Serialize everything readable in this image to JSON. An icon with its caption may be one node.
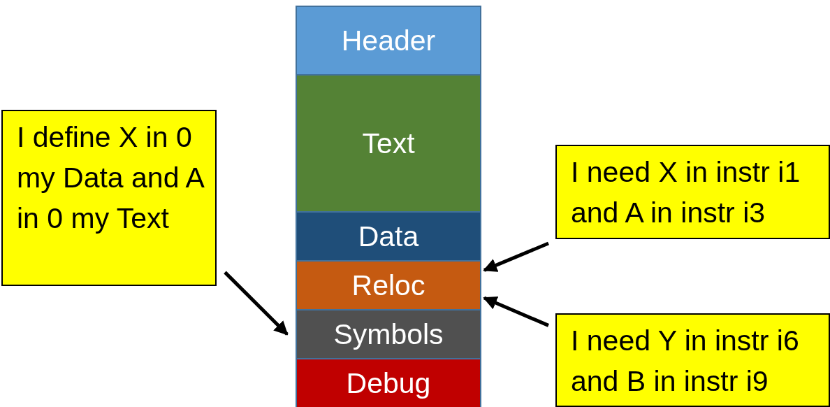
{
  "diagram": {
    "nodes": [
      {
        "text": [
          "Header"
        ]
      },
      {
        "text": [
          "Text"
        ]
      },
      {
        "text": [
          "I define X in 0 my Data and A in 0 my Text"
        ]
      },
      {
        "text": [
          "I need X in instr i1 and A in instr i3"
        ]
      },
      {
        "text": [
          "Data"
        ]
      },
      {
        "text": [
          "Reloc"
        ]
      },
      {
        "text": [
          "Symbols"
        ]
      },
      {
        "text": [
          "I need Y in instr i6 and B in instr i9"
        ]
      },
      {
        "text": [
          "Debug"
        ]
      }
    ],
    "edges": [
      {
        "from": 2,
        "to": 6,
        "arrow": "to"
      },
      {
        "from": 3,
        "to": 5,
        "arrow": "to"
      },
      {
        "from": 7,
        "to": 5,
        "arrow": "to"
      }
    ]
  }
}
